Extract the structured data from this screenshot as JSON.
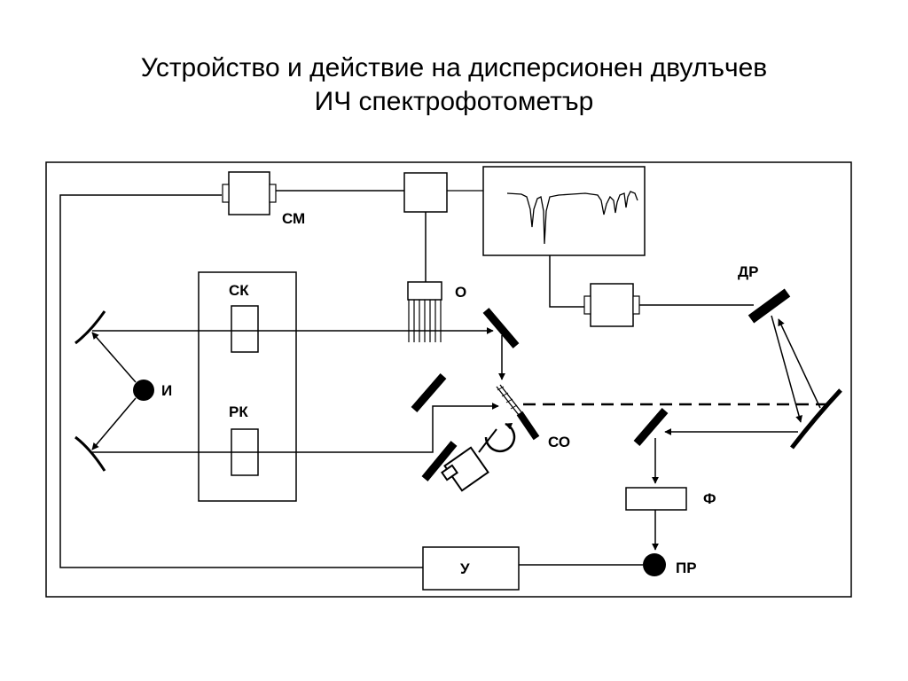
{
  "title": {
    "line1": "Устройство и действие на дисперсионен двулъчев",
    "line2": "ИЧ спектрофотометър"
  },
  "labels": {
    "sm": "СМ",
    "o": "О",
    "dr": "ДР",
    "sk": "СК",
    "i": "И",
    "rk": "РК",
    "so": "СО",
    "f": "Ф",
    "u": "У",
    "pr": "ПР"
  },
  "colors": {
    "line": "#000000",
    "background": "#ffffff"
  }
}
